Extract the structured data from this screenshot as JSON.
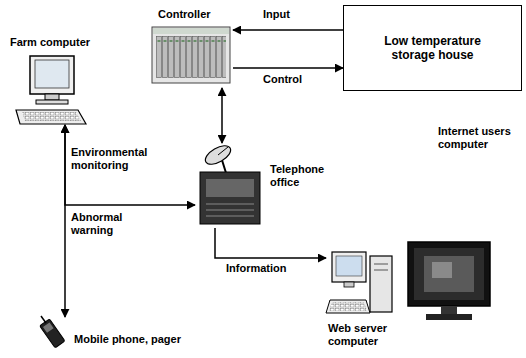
{
  "diagram": {
    "nodes": [
      {
        "text": [
          "Controller"
        ]
      },
      {
        "text": [
          "Low temperature storage house"
        ]
      },
      {
        "text": [
          "Farm computer"
        ]
      },
      {
        "text": [
          "Telephone office"
        ]
      },
      {
        "text": [
          "Internet users computer"
        ]
      },
      {
        "text": [
          "Web server computer"
        ]
      },
      {
        "text": [
          "Mobile phone, pager"
        ]
      }
    ],
    "edges": [
      {
        "from": 1,
        "to": 0,
        "arrow": "to",
        "label": "Input"
      },
      {
        "from": 0,
        "to": 1,
        "arrow": "to",
        "label": "Control"
      },
      {
        "from": 0,
        "to": 3,
        "arrow": "both"
      },
      {
        "from": 2,
        "to": 6,
        "arrow": "both",
        "label": "Environmental monitoring"
      },
      {
        "from": 3,
        "to": 2,
        "arrow": "both",
        "label": "Abnormal warning"
      },
      {
        "from": 3,
        "to": 5,
        "arrow": "to",
        "label": "Information"
      }
    ]
  }
}
